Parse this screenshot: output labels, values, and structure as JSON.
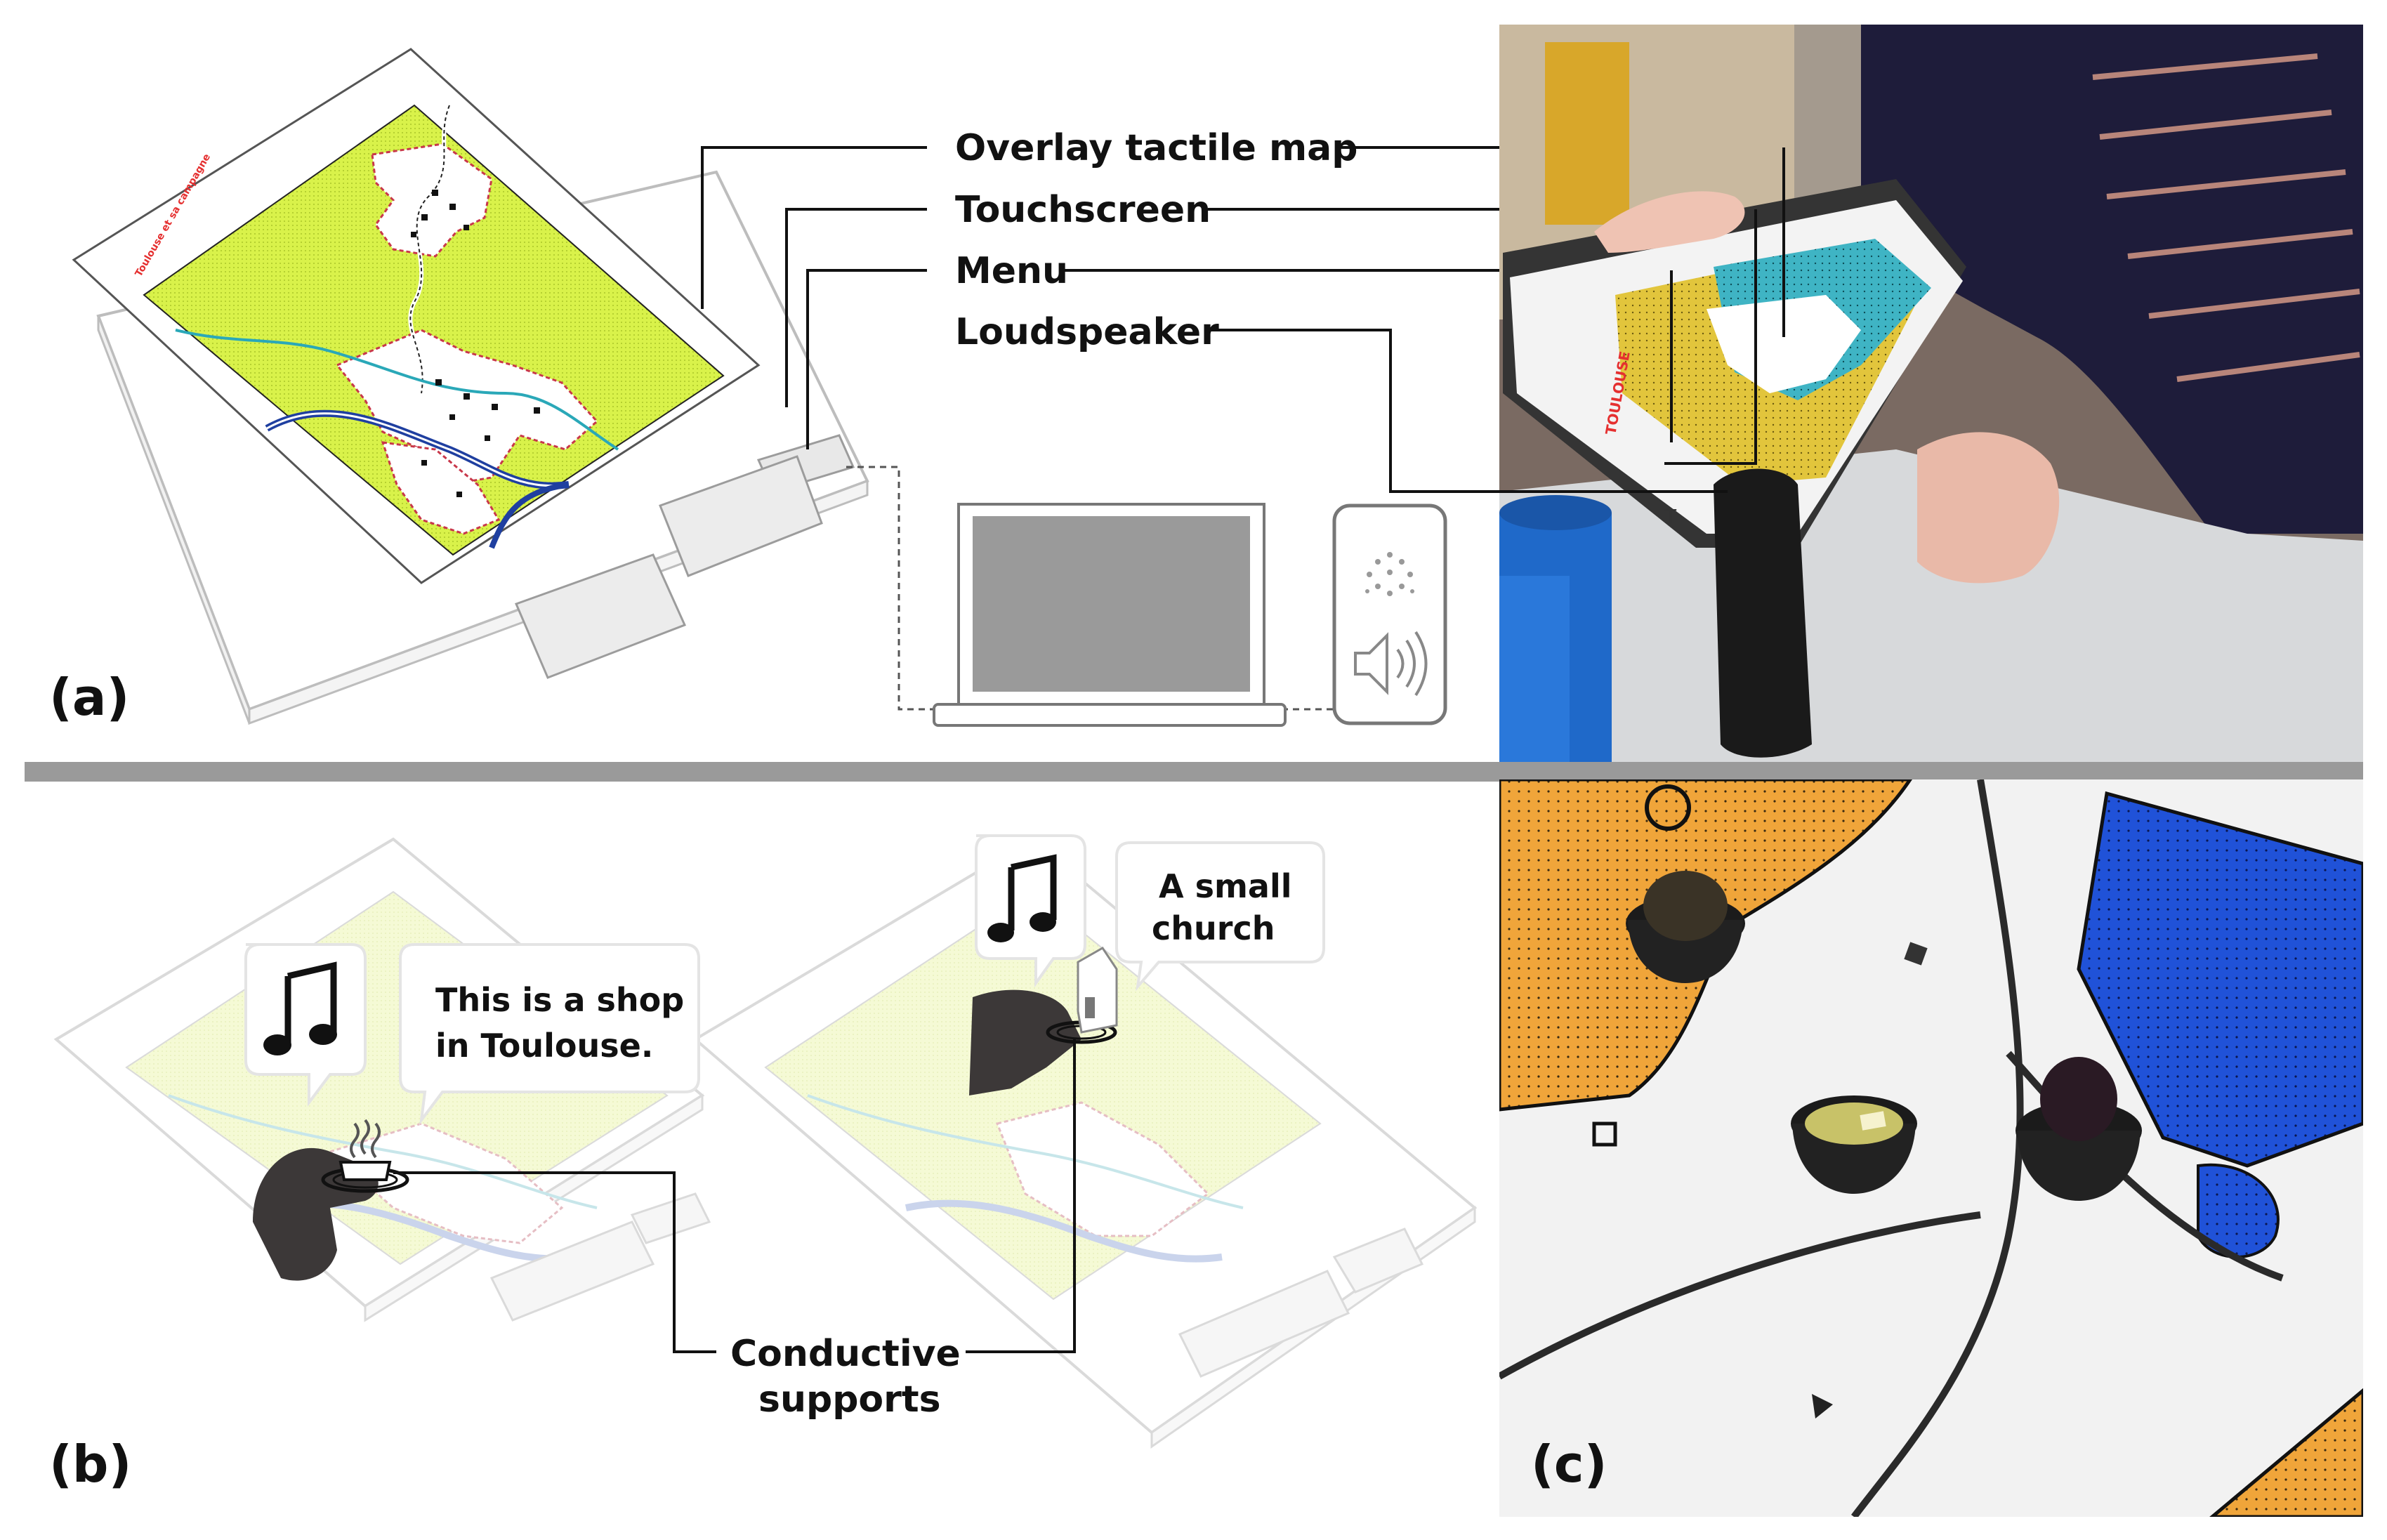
{
  "labels": {
    "overlay_map": "Overlay tactile map",
    "touchscreen": "Touchscreen",
    "menu": "Menu",
    "loudspeaker": "Loudspeaker",
    "conductive_line1": "Conductive",
    "conductive_line2": "supports"
  },
  "bubbles": {
    "shop_line1": "This is a shop",
    "shop_line2": "in Toulouse.",
    "church_line1": "A small",
    "church_line2": "church"
  },
  "panels": {
    "a": "(a)",
    "b": "(b)",
    "c": "(c)"
  },
  "map_text": {
    "title": "Toulouse et sa campagne",
    "photo_title": "TOULOUSE"
  },
  "photo_marks": {
    "letter_t": "T"
  },
  "icons": {
    "music": "music-note-icon",
    "speaker": "speaker-icon",
    "laptop": "laptop-icon",
    "hand": "hand-icon",
    "cup": "cup-icon",
    "church": "church-icon"
  },
  "colors": {
    "map_green": "#d9f24a",
    "river_blue": "#1f3fa0",
    "district_red": "#c8374a",
    "divider_gray": "#9a9a9a",
    "sea_teal": "#3fb4c4",
    "land_yellow": "#e2c53c",
    "orange": "#f0a53a",
    "blue_zone": "#2052d8",
    "hand_dark": "#3c3838"
  }
}
